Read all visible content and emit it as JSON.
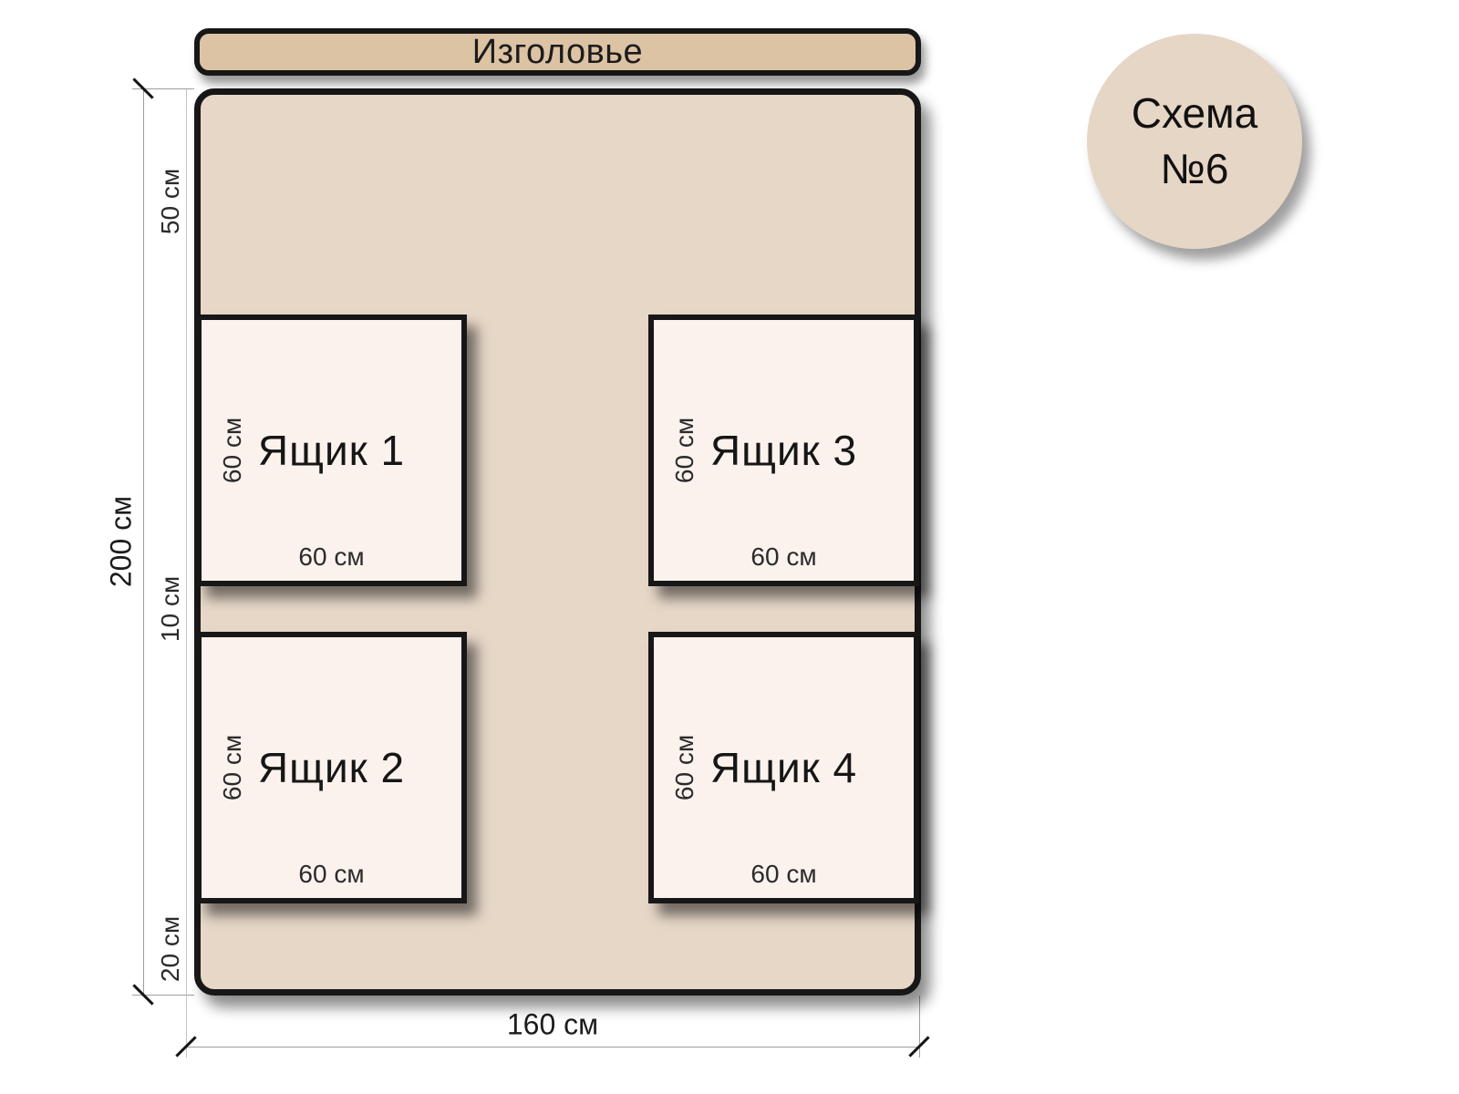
{
  "headboard": {
    "label": "Изголовье"
  },
  "bed": {
    "width_label": "160 см",
    "height_label": "200 см",
    "top_gap_label": "50 см",
    "middle_gap_label": "10 см",
    "bottom_gap_label": "20 см"
  },
  "drawers": [
    {
      "label": "Ящик 1",
      "height_label": "60 см",
      "width_label": "60 см"
    },
    {
      "label": "Ящик 2",
      "height_label": "60 см",
      "width_label": "60 см"
    },
    {
      "label": "Ящик 3",
      "height_label": "60 см",
      "width_label": "60 см"
    },
    {
      "label": "Ящик 4",
      "height_label": "60 см",
      "width_label": "60 см"
    }
  ],
  "badge": {
    "line1": "Схема",
    "line2": "№6"
  },
  "colors": {
    "headboard-fill": "#dcc3a4",
    "bed-fill": "#e6d7c7",
    "drawer-fill": "#fbf2ed",
    "badge-fill": "#e6d6c6",
    "outline": "#171717",
    "dim-line": "#9e9e9e",
    "text": "#1c1c1c"
  }
}
